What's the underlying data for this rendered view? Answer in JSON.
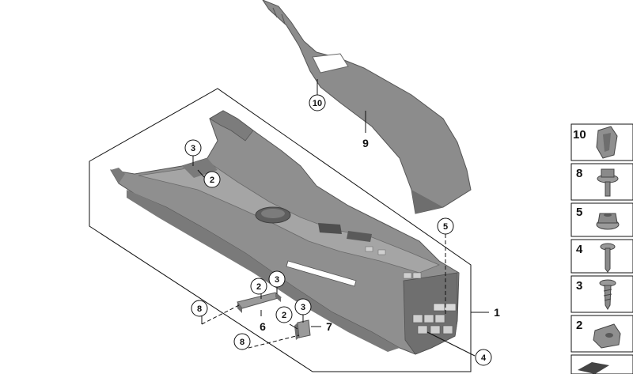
{
  "diagram": {
    "callouts": [
      {
        "id": "c10",
        "label": "10"
      },
      {
        "id": "c3a",
        "label": "3"
      },
      {
        "id": "c2a",
        "label": "2"
      },
      {
        "id": "c5",
        "label": "5"
      },
      {
        "id": "c2b",
        "label": "2"
      },
      {
        "id": "c3b",
        "label": "3"
      },
      {
        "id": "c8a",
        "label": "8"
      },
      {
        "id": "c3c",
        "label": "3"
      },
      {
        "id": "c2c",
        "label": "2"
      },
      {
        "id": "c8b",
        "label": "8"
      },
      {
        "id": "c4",
        "label": "4"
      }
    ],
    "plain_numbers": [
      {
        "id": "n9",
        "label": "9"
      },
      {
        "id": "n1",
        "label": "1"
      },
      {
        "id": "n6",
        "label": "6"
      },
      {
        "id": "n7",
        "label": "7"
      }
    ],
    "legend": [
      {
        "label": "10",
        "icon": "clip-nut-icon"
      },
      {
        "label": "8",
        "icon": "flange-bolt-icon"
      },
      {
        "label": "5",
        "icon": "hex-nut-icon"
      },
      {
        "label": "4",
        "icon": "expanding-rivet-icon"
      },
      {
        "label": "3",
        "icon": "self-tapping-screw-icon"
      },
      {
        "label": "2",
        "icon": "spring-nut-icon"
      }
    ],
    "colors": {
      "part_fill": "#8f8f8f",
      "part_dark": "#6e6e6e",
      "part_light": "#a8a8a8",
      "line": "#111111"
    }
  }
}
